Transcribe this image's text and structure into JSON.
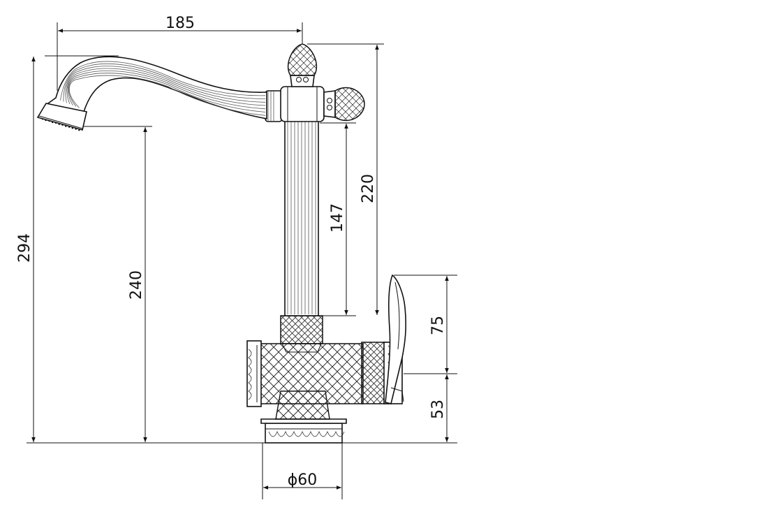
{
  "dimensions": {
    "spout_reach": "185",
    "total_height": "294",
    "spout_height": "240",
    "body_to_top": "220",
    "column_length": "147",
    "handle_height": "75",
    "base_height": "53",
    "base_diameter": "ϕ60"
  },
  "colors": {
    "line": "#111111",
    "background": "#ffffff"
  }
}
